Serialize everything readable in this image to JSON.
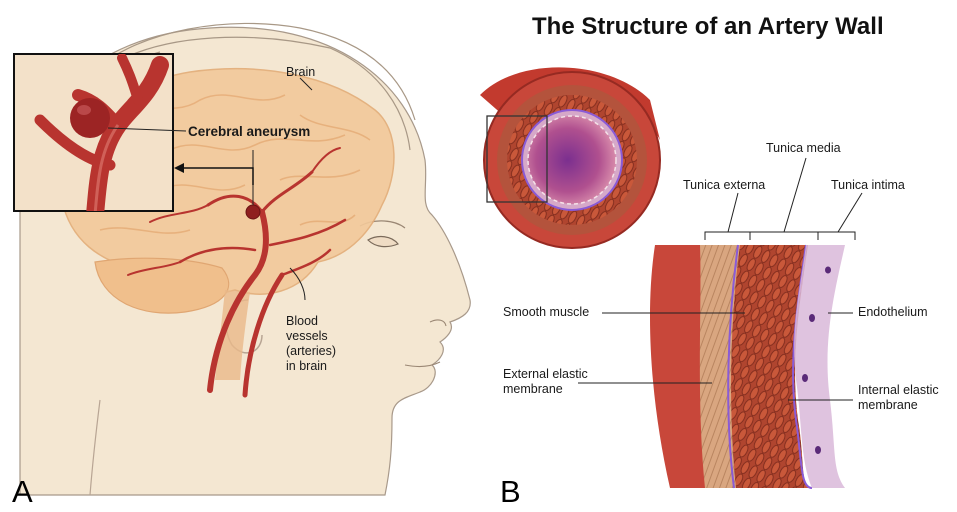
{
  "panel_a": {
    "letter": "A",
    "labels": {
      "brain": "Brain",
      "aneurysm": "Cerebral aneurysm",
      "vessels_1": "Blood",
      "vessels_2": "vessels",
      "vessels_3": "(arteries)",
      "vessels_4": "in brain"
    }
  },
  "panel_b": {
    "letter": "B",
    "title": "The Structure of an Artery Wall",
    "labels": {
      "tunica_media": "Tunica media",
      "tunica_externa": "Tunica externa",
      "tunica_intima": "Tunica intima",
      "smooth_muscle": "Smooth muscle",
      "endothelium": "Endothelium",
      "external_elastic_1": "External elastic",
      "external_elastic_2": "membrane",
      "internal_elastic_1": "Internal elastic",
      "internal_elastic_2": "membrane"
    }
  },
  "colors": {
    "skin": "#f4e7d2",
    "brain": "#f2c99a",
    "artery": "#b8342f",
    "muscle": "#a8402e",
    "elastic": "#8a5bd6",
    "lumen": "#8a3f90"
  }
}
